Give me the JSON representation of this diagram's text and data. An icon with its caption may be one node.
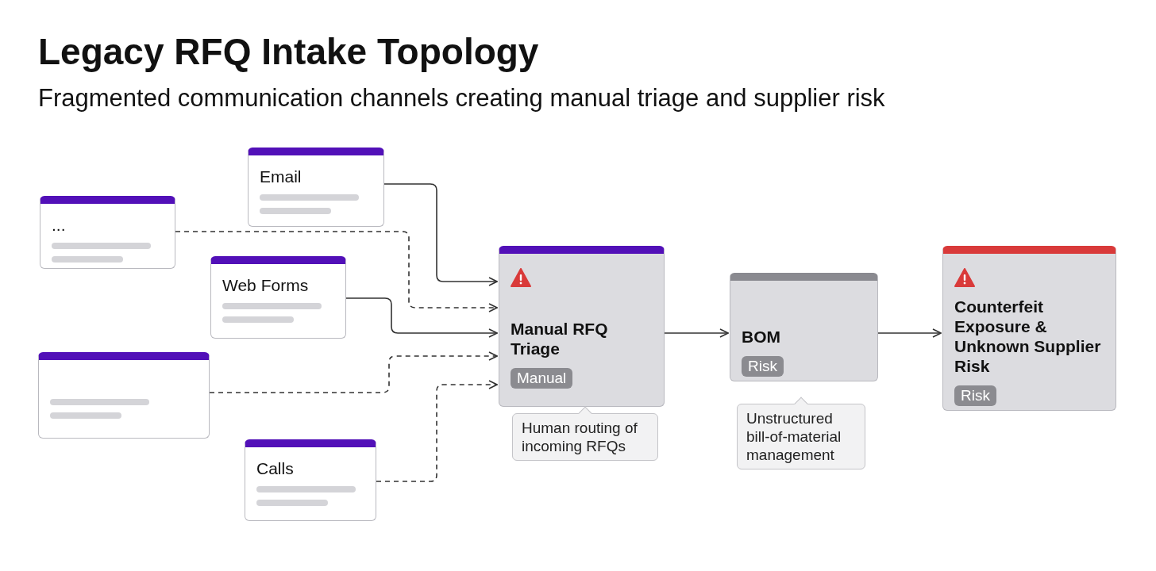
{
  "diagram": {
    "title": "Legacy RFQ Intake Topology",
    "caption": "Fragmented communication channels creating manual triage and supplier risk",
    "nodes": [
      {
        "text": [
          "..."
        ]
      },
      {
        "text": [
          "Email"
        ]
      },
      {
        "text": [
          "Web Forms"
        ]
      },
      {
        "text": [],
        "shape": "box"
      },
      {
        "text": [
          "Calls"
        ]
      },
      {
        "text": [
          "Manual RFQ Triage",
          "Manual"
        ],
        "beside": [
          "Human routing of incoming RFQs"
        ]
      },
      {
        "text": [
          "BOM",
          "Risk"
        ],
        "beside": [
          "Unstructured bill-of-material management"
        ]
      },
      {
        "text": [
          "Counterfeit Exposure & Unknown Supplier Risk",
          "Risk"
        ]
      }
    ],
    "edges": [
      {
        "from": 1,
        "to": 5,
        "arrow": "to"
      },
      {
        "from": 0,
        "to": 5,
        "arrow": "to",
        "style": "dashed"
      },
      {
        "from": 2,
        "to": 5,
        "arrow": "to"
      },
      {
        "from": 3,
        "to": 5,
        "arrow": "to",
        "style": "dashed"
      },
      {
        "from": 4,
        "to": 5,
        "arrow": "to",
        "style": "dashed"
      },
      {
        "from": 5,
        "to": 6,
        "arrow": "to"
      },
      {
        "from": 6,
        "to": 7,
        "arrow": "to"
      }
    ]
  }
}
